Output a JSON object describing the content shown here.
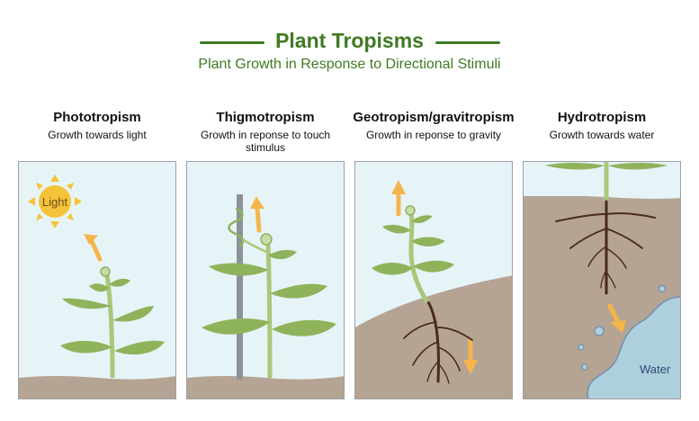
{
  "header": {
    "title": "Plant Tropisms",
    "subtitle": "Plant Growth in Response to Directional Stimuli"
  },
  "panels": [
    {
      "title": "Phototropism",
      "description": "Growth towards light",
      "label": "Light"
    },
    {
      "title": "Thigmotropism",
      "description": "Growth in reponse to touch stimulus"
    },
    {
      "title": "Geotropism/gravitropism",
      "description": "Growth in reponse to gravity"
    },
    {
      "title": "Hydrotropism",
      "description": "Growth towards water",
      "label": "Water"
    }
  ],
  "colors": {
    "title_green": "#3f7a22",
    "sky": "#e6f4f8",
    "soil": "#b5a493",
    "stem": "#a9c87a",
    "leaf": "#8fb35b",
    "root": "#4a2a1e",
    "arrow": "#f5b54a",
    "water": "#aed0dc",
    "sun": "#f5c338"
  }
}
